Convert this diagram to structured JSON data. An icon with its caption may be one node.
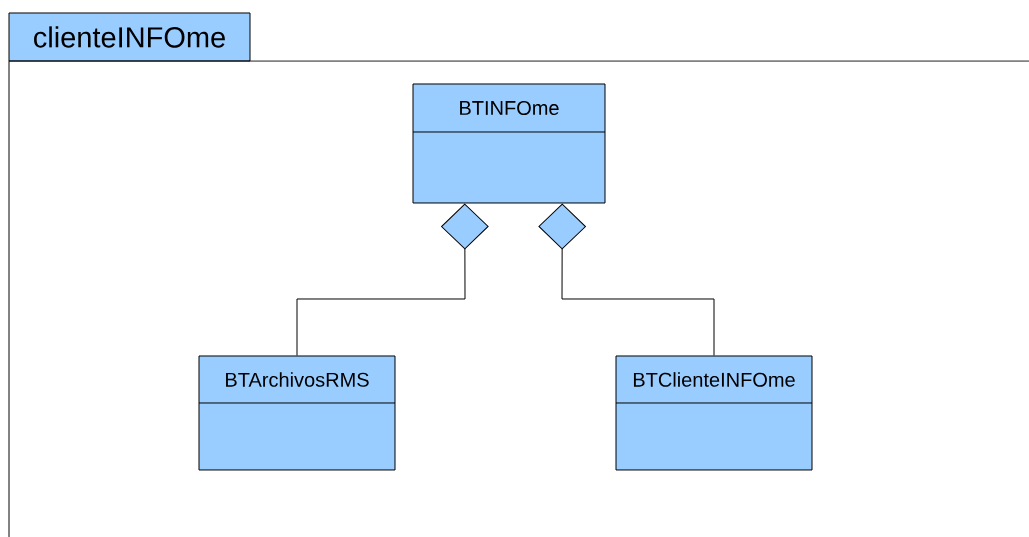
{
  "diagram": {
    "nodes": [
      {
        "text": [
          "clienteINFOme"
        ]
      },
      {
        "text": [
          "BTINFOme"
        ],
        "in": 0
      },
      {
        "text": [
          "BTArchivosRMS"
        ],
        "in": 0
      },
      {
        "text": [
          "BTClienteINFOme"
        ],
        "in": 0
      }
    ],
    "edges": [
      {
        "from": 2,
        "to": 1,
        "arrow": "other"
      },
      {
        "from": 3,
        "to": 1,
        "arrow": "other"
      }
    ]
  }
}
